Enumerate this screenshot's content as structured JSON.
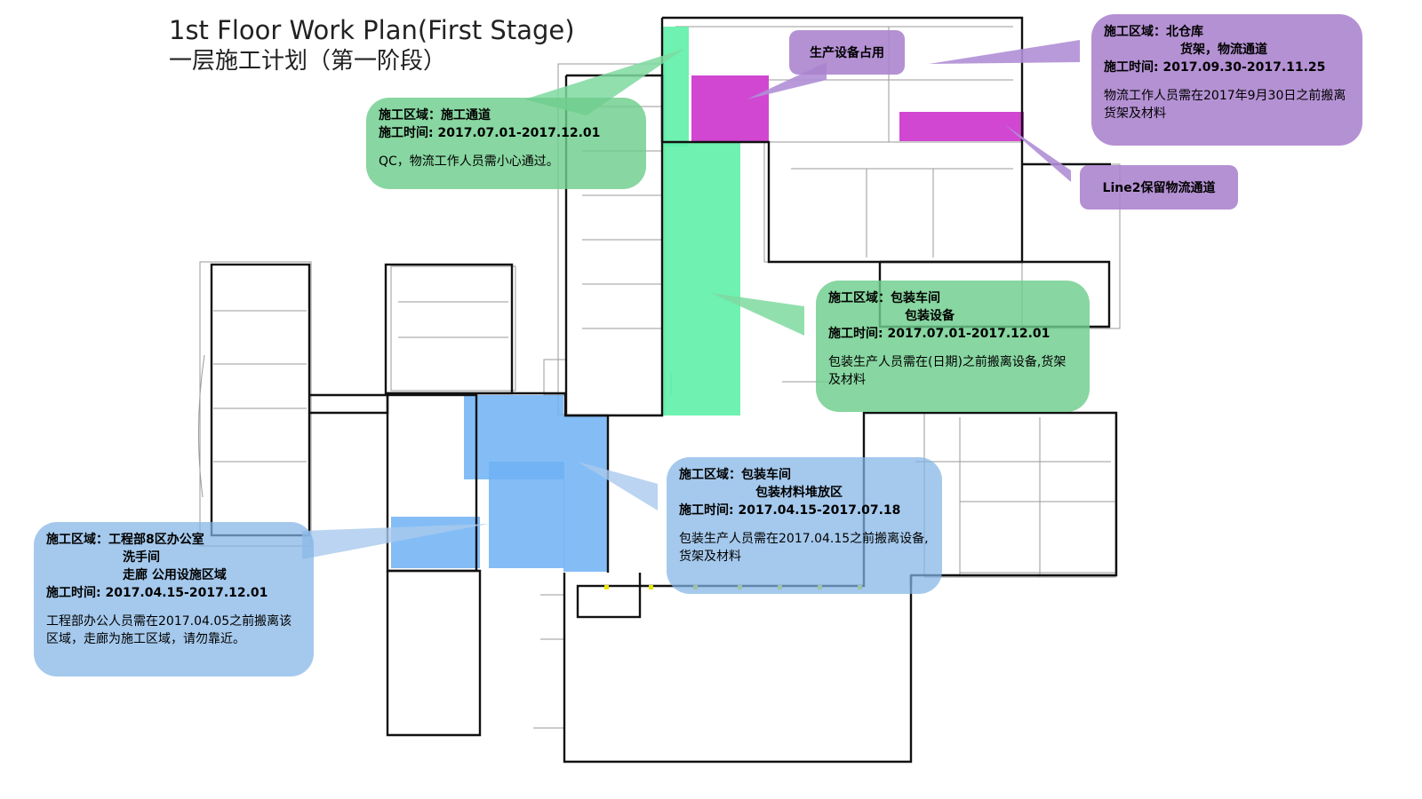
{
  "title": {
    "line1": "1st Floor Work Plan(First Stage)",
    "line2": "一层施工计划（第一阶段）"
  },
  "colors": {
    "green_zone": "#5ef0a8",
    "blue_zone": "#6fb1f5",
    "magenta_zone": "#cc33cc",
    "purple_callout": "#b08fd6",
    "green_callout": "#7fd9a0",
    "blue_callout": "#a9c9ee",
    "wall": "#111111"
  },
  "callouts": {
    "green_top": {
      "area": "施工区域：施工通道",
      "time": "施工时间: 2017.07.01-2017.12.01",
      "note": "QC，物流工作人员需小心通过。"
    },
    "green_right": {
      "area": "施工区域：包装车间",
      "area2": "包装设备",
      "time": "施工时间: 2017.07.01-2017.12.01",
      "note": "包装生产人员需在(日期)之前搬离设备,货架及材料"
    },
    "blue_center": {
      "area": "施工区域：包装车间",
      "area2": "包装材料堆放区",
      "time": "施工时间: 2017.04.15-2017.07.18",
      "note": "包装生产人员需在2017.04.15之前搬离设备,货架及材料"
    },
    "blue_left": {
      "area": "施工区域：工程部8区办公室",
      "area2": "洗手间",
      "area3": "走廊 公用设施区域",
      "time": "施工时间: 2017.04.15-2017.12.01",
      "note": "工程部办公人员需在2017.04.05之前搬离该区域，走廊为施工区域，请勿靠近。"
    },
    "purple_top": {
      "area": "施工区域：北仓库",
      "area2": "货架，物流通道",
      "time": "施工时间: 2017.09.30-2017.11.25",
      "note": "物流工作人员需在2017年9月30日之前搬离货架及材料"
    },
    "tag_equipment": "生产设备占用",
    "tag_line2": "Line2保留物流通道"
  }
}
